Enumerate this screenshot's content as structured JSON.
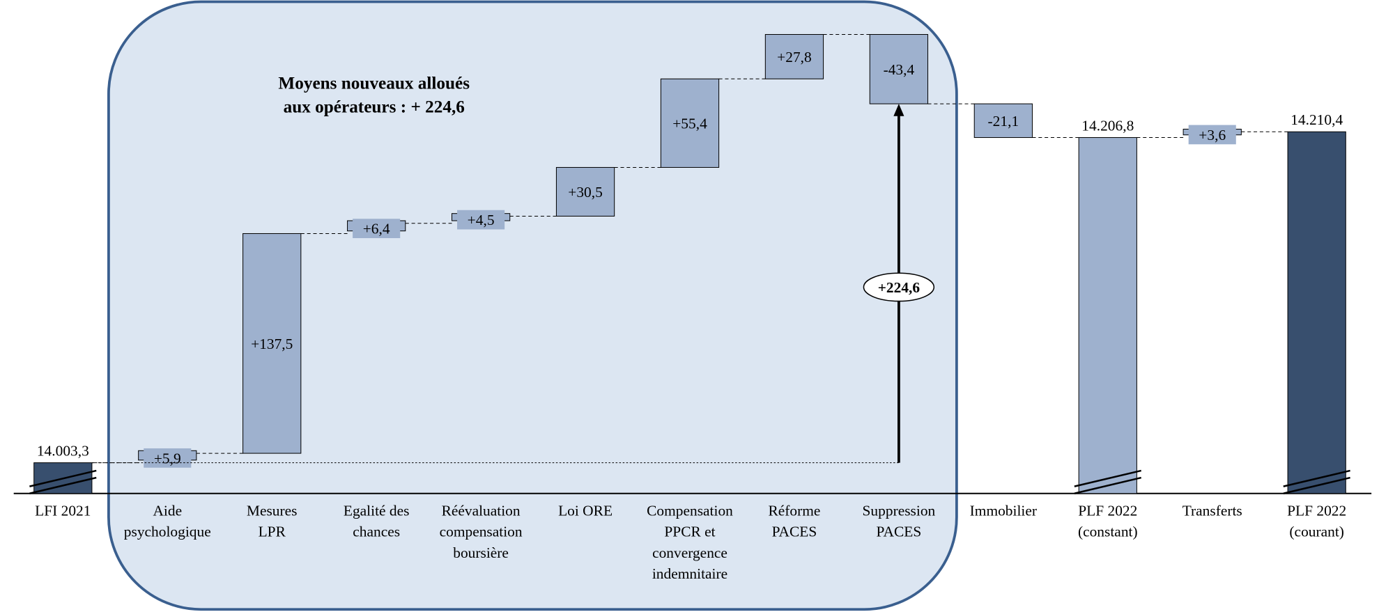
{
  "chart_data": {
    "type": "waterfall",
    "title": "Moyens nouveaux alloués aux opérateurs : + 224,6",
    "title_lines": [
      "Moyens nouveaux alloués",
      "aux opérateurs : + 224,6"
    ],
    "highlight_total_label": "+224,6",
    "highlight_total": 224.6,
    "colors": {
      "step": "#9eb1ce",
      "total": "#384f6e",
      "panel": "#dce6f2",
      "panel_border": "#3a5f8f"
    },
    "categories": [
      {
        "lines": [
          "LFI 2021"
        ],
        "kind": "total",
        "value": 14003.3,
        "label": "14.003,3"
      },
      {
        "lines": [
          "Aide",
          "psychologique"
        ],
        "kind": "step",
        "value": 5.9,
        "label": "+5,9",
        "small": true
      },
      {
        "lines": [
          "Mesures",
          "LPR"
        ],
        "kind": "step",
        "value": 137.5,
        "label": "+137,5"
      },
      {
        "lines": [
          "Egalité des",
          "chances"
        ],
        "kind": "step",
        "value": 6.4,
        "label": "+6,4",
        "small": true
      },
      {
        "lines": [
          "Réévaluation",
          "compensation",
          "boursière"
        ],
        "kind": "step",
        "value": 4.5,
        "label": "+4,5",
        "small": true
      },
      {
        "lines": [
          "Loi ORE"
        ],
        "kind": "step",
        "value": 30.5,
        "label": "+30,5"
      },
      {
        "lines": [
          "Compensation",
          "PPCR  et",
          "convergence",
          "indemnitaire"
        ],
        "kind": "step",
        "value": 55.4,
        "label": "+55,4"
      },
      {
        "lines": [
          "Réforme",
          "PACES"
        ],
        "kind": "step",
        "value": 27.8,
        "label": "+27,8"
      },
      {
        "lines": [
          "Suppression",
          "PACES"
        ],
        "kind": "step",
        "value": -43.4,
        "label": "-43,4"
      },
      {
        "lines": [
          "Immobilier"
        ],
        "kind": "step",
        "value": -21.1,
        "label": "-21,1"
      },
      {
        "lines": [
          "PLF 2022",
          "(constant)"
        ],
        "kind": "total",
        "value": 14206.8,
        "label": "14.206,8",
        "color": "step"
      },
      {
        "lines": [
          "Transferts"
        ],
        "kind": "step",
        "value": 3.6,
        "label": "+3,6",
        "small": true
      },
      {
        "lines": [
          "PLF 2022",
          "(courant)"
        ],
        "kind": "total",
        "value": 14210.4,
        "label": "14.210,4"
      }
    ],
    "axis_break": true
  }
}
